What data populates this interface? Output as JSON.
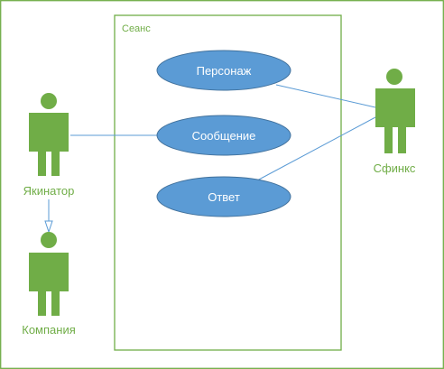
{
  "diagram": {
    "system_boundary": {
      "title": "Сеанс"
    },
    "use_cases": [
      {
        "id": "character",
        "label": "Персонаж"
      },
      {
        "id": "message",
        "label": "Сообщение"
      },
      {
        "id": "answer",
        "label": "Ответ"
      }
    ],
    "actors": [
      {
        "id": "akinator",
        "label": "Якинатор"
      },
      {
        "id": "sphinx",
        "label": "Сфинкс"
      },
      {
        "id": "company",
        "label": "Компания"
      }
    ],
    "relations": [
      {
        "type": "association",
        "from": "akinator",
        "to": "message"
      },
      {
        "type": "association",
        "from": "sphinx",
        "to": "character"
      },
      {
        "type": "association",
        "from": "sphinx",
        "to": "answer"
      },
      {
        "type": "generalization",
        "from": "akinator",
        "to": "company"
      }
    ],
    "colors": {
      "actor": "#70ad47",
      "use_case_fill": "#5b9bd5",
      "use_case_stroke": "#41719c",
      "line": "#5b9bd5",
      "boundary": "#70ad47"
    }
  }
}
